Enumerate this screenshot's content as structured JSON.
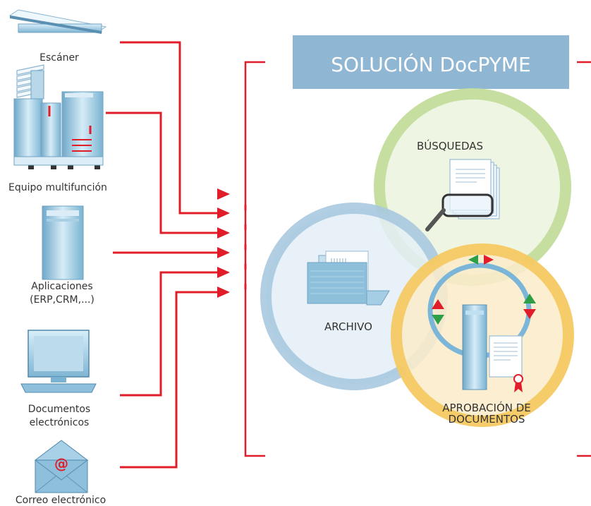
{
  "title": "SOLUCIÓN DocPYME",
  "sources": {
    "scanner": "Escáner",
    "mfp": "Equipo multifunción",
    "apps_line1": "Aplicaciones",
    "apps_line2": "(ERP,CRM,...)",
    "docs_line1": "Documentos",
    "docs_line2": "electrónicos",
    "email": "Correo electrónico",
    "email_symbol": "@"
  },
  "modules": {
    "search": "BÚSQUEDAS",
    "archive": "ARCHIVO",
    "approval_line1": "APROBACIÓN DE",
    "approval_line2": "DOCUMENTOS"
  },
  "colors": {
    "connector": "#e11d2a",
    "title_box": "#8fb6d3",
    "search_ring": "#c4de9b",
    "archive_ring": "#a9c9df",
    "approval_ring": "#f6c963",
    "device_blue": "#8ec0dc"
  }
}
